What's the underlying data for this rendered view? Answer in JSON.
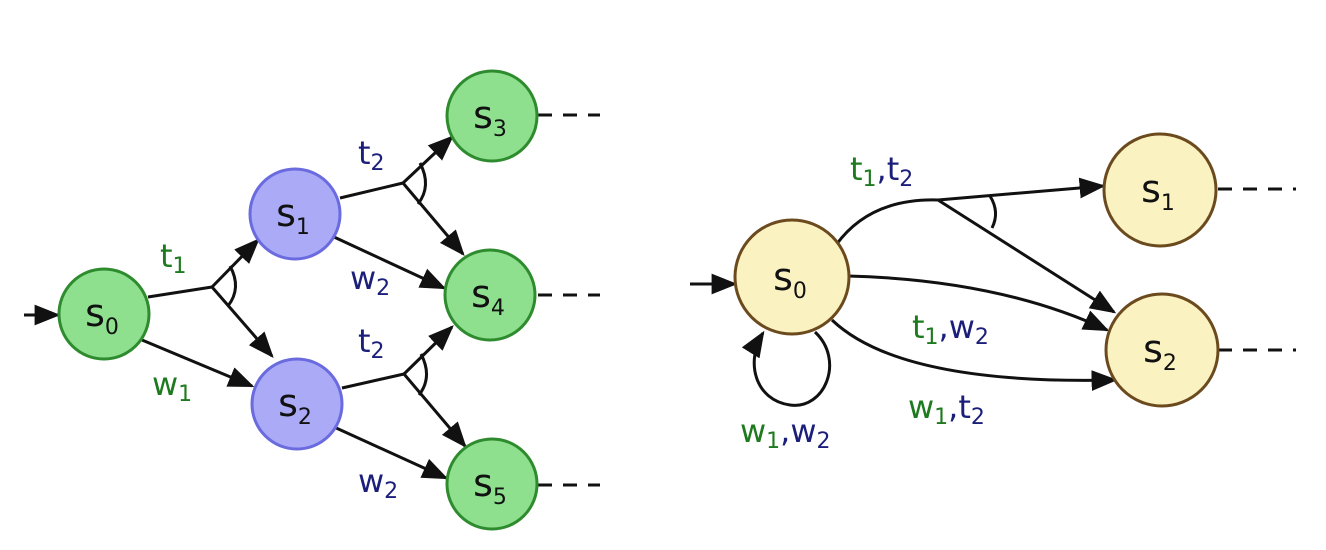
{
  "colors": {
    "green_text": "#1e7a1e",
    "navy_text": "#1b1f7a",
    "green_node_fill": "#8ee08e",
    "green_node_stroke": "#2e8b2e",
    "blue_node_fill": "#aaaaf7",
    "blue_node_stroke": "#6b6be0",
    "yellow_node_fill": "#fbf2c2",
    "yellow_node_stroke": "#6b4a1e"
  },
  "left": {
    "nodes": {
      "s0": {
        "base": "s",
        "sub": "0"
      },
      "s1": {
        "base": "s",
        "sub": "1"
      },
      "s2": {
        "base": "s",
        "sub": "2"
      },
      "s3": {
        "base": "s",
        "sub": "3"
      },
      "s4": {
        "base": "s",
        "sub": "4"
      },
      "s5": {
        "base": "s",
        "sub": "5"
      }
    },
    "labels": {
      "t1": {
        "base": "t",
        "sub": "1"
      },
      "w1": {
        "base": "w",
        "sub": "1"
      },
      "t2_top": {
        "base": "t",
        "sub": "2"
      },
      "w2_top": {
        "base": "w",
        "sub": "2"
      },
      "t2_bottom": {
        "base": "t",
        "sub": "2"
      },
      "w2_bottom": {
        "base": "w",
        "sub": "2"
      }
    }
  },
  "right": {
    "nodes": {
      "s0": {
        "base": "s",
        "sub": "0"
      },
      "s1": {
        "base": "s",
        "sub": "1"
      },
      "s2": {
        "base": "s",
        "sub": "2"
      }
    },
    "labels": {
      "t1t2": {
        "a": "t",
        "a_sub": "1",
        "sep": ",",
        "b": "t",
        "b_sub": "2"
      },
      "t1w2": {
        "a": "t",
        "a_sub": "1",
        "sep": ",",
        "b": "w",
        "b_sub": "2"
      },
      "w1t2": {
        "a": "w",
        "a_sub": "1",
        "sep": ",",
        "b": "t",
        "b_sub": "2"
      },
      "w1w2": {
        "a": "w",
        "a_sub": "1",
        "sep": ",",
        "b": "w",
        "b_sub": "2"
      }
    }
  }
}
